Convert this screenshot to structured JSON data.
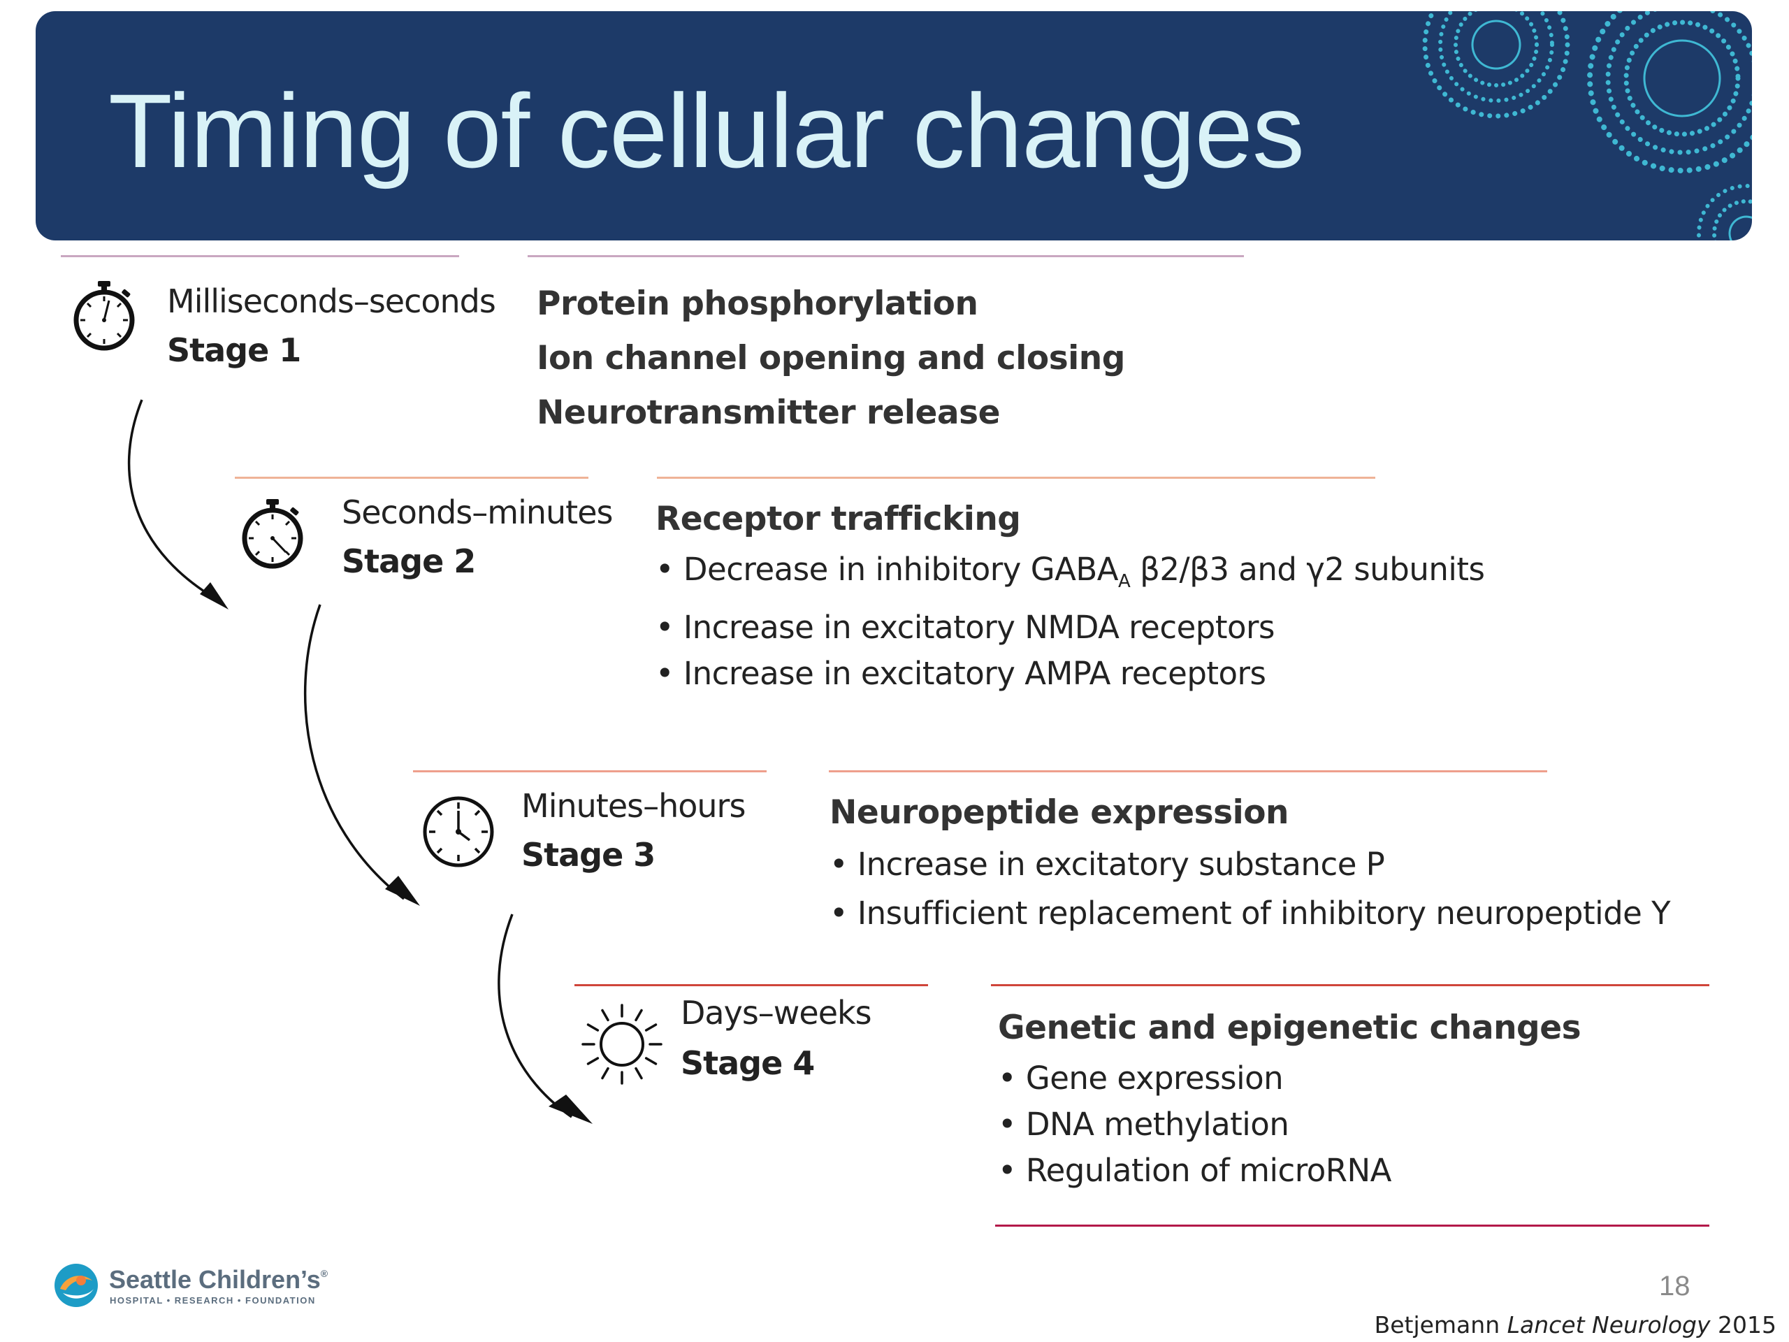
{
  "slide": {
    "title": "Timing of cellular changes",
    "page_number": "18",
    "citation": {
      "author": "Betjemann ",
      "journal": "Lancet Neurology",
      "year": " 2015"
    }
  },
  "colors": {
    "banner": "#1d3a68",
    "title_text": "#d9f2f7",
    "banner_dots": "#3fb8d3",
    "rule_stage1": "#c9a7c0",
    "rule_stage2": "#efb397",
    "rule_stage3": "#ee9f8c",
    "rule_stage4": "#d0453a",
    "rule_bottom": "#b3194a"
  },
  "stages": [
    {
      "icon": "stopwatch-icon",
      "time": "Milliseconds–seconds",
      "label": "Stage 1",
      "heading": "Protein phosphorylation",
      "lines": [
        "Ion channel opening and closing",
        "Neurotransmitter release"
      ]
    },
    {
      "icon": "stopwatch-icon",
      "time": "Seconds–minutes",
      "label": "Stage 2",
      "heading": "Receptor trafficking",
      "bullets": [
        {
          "pre": "Decrease in inhibitory GABA",
          "sub": "A",
          "post": " β2/β3 and γ2 subunits"
        },
        {
          "pre": "Increase in excitatory NMDA receptors"
        },
        {
          "pre": "Increase in excitatory AMPA receptors"
        }
      ]
    },
    {
      "icon": "clock-icon",
      "time": "Minutes–hours",
      "label": "Stage 3",
      "heading": "Neuropeptide expression",
      "bullets": [
        {
          "pre": "Increase in excitatory substance P"
        },
        {
          "pre": "Insufficient replacement of inhibitory neuropeptide Y"
        }
      ]
    },
    {
      "icon": "sun-icon",
      "time": "Days–weeks",
      "label": "Stage 4",
      "heading": "Genetic and epigenetic changes",
      "bullets": [
        {
          "pre": "Gene expression"
        },
        {
          "pre": "DNA methylation"
        },
        {
          "pre": "Regulation of microRNA"
        }
      ]
    }
  ],
  "logo": {
    "name": "Seattle Children’s",
    "mark": "®",
    "tagline": "HOSPITAL • RESEARCH • FOUNDATION"
  }
}
